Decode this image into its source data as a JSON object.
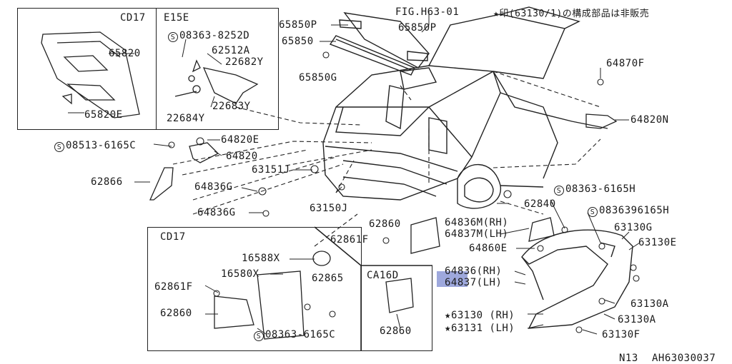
{
  "note": {
    "star": "★",
    "text": "印(63130/1)の構成部品は非販売"
  },
  "footer": {
    "code1": "N13",
    "code2": "AH63030037"
  },
  "boxes": {
    "hood_left": {
      "variant": "CD17"
    },
    "hood_right": {
      "variant": "E15E"
    },
    "bottom_left": {
      "variant": "CD17"
    },
    "bottom_right": {
      "variant": "CA16D"
    }
  },
  "screw_symbol": "S",
  "labels": {
    "p65820": "65820",
    "p65820e": "65820E",
    "p08363_8252d": "08363-8252D",
    "p62512a": "62512A",
    "p22682y": "22682Y",
    "p22683y": "22683Y",
    "p22684y": "22684Y",
    "p65850p_a": "65850P",
    "p65850": "65850",
    "p65850g": "65850G",
    "fig": "FIG.H63-01",
    "p65850p_b": "65850P",
    "p64870f": "64870F",
    "p64820n": "64820N",
    "p08513": "08513-6165C",
    "p64820e": "64820E",
    "p64820": "64820",
    "p63151j": "63151J",
    "p62866": "62866",
    "p64836g_a": "64836G",
    "p64836g_b": "64836G",
    "p63150j": "63150J",
    "p62840": "62840",
    "p08363_6165h": "08363-6165H",
    "p0836396165h": "0836396165H",
    "p62860_a": "62860",
    "p64836m": "64836M(RH)",
    "p64837m": "64837M(LH)",
    "p62861f_a": "62861F",
    "p64860e": "64860E",
    "p63130g": "63130G",
    "p63130e": "63130E",
    "p64836": "64836(RH)",
    "p64837": "64837(LH)",
    "p63130a_a": "63130A",
    "p63130a_b": "63130A",
    "p63130": "63130 (RH)",
    "p63131": "63131 (LH)",
    "p63130f": "63130F",
    "p16588x": "16588X",
    "p16580x": "16580X",
    "p62865": "62865",
    "p62861f_b": "62861F",
    "p62860_b": "62860",
    "p08363_6165c": "08363-6165C",
    "p62860_c": "62860"
  },
  "colors": {
    "ink": "#1a1a1a",
    "highlight": "#9ea8dc"
  }
}
